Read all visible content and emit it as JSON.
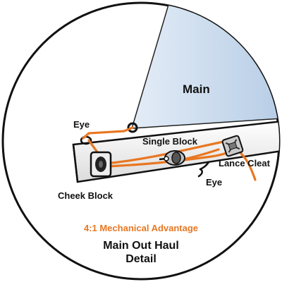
{
  "labels": {
    "sail": "Main",
    "eye_top": "Eye",
    "single_block": "Single Block",
    "lance_cleat": "Lance Cleat",
    "cheek_block": "Cheek Block",
    "eye_bottom": "Eye"
  },
  "caption": {
    "advantage": "4:1 Mechanical Advantage",
    "title_line1": "Main Out Haul",
    "title_line2": "Detail"
  },
  "colors": {
    "line": "#e87722",
    "sail": "#c2d6ea",
    "boom": "#f2f2f2",
    "outline": "#111111",
    "advantage_text": "#e87722"
  }
}
